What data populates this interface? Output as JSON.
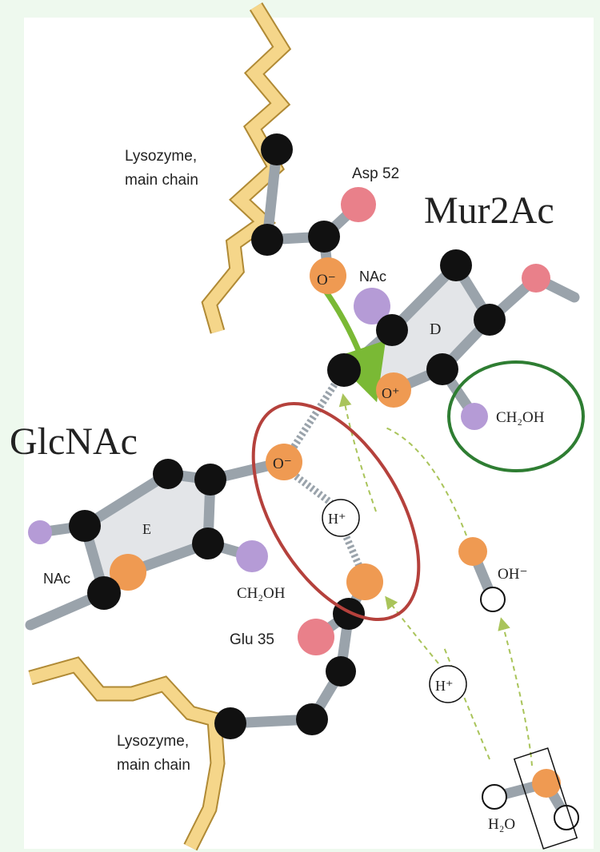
{
  "colors": {
    "background": "#eef9ee",
    "panel": "#ffffff",
    "chain": "#f5d68a",
    "chain_edge": "#b08a35",
    "carbon": "#111111",
    "oxygen_orange": "#ef9a52",
    "oxygen_pink": "#e9808a",
    "nitrogen_purple": "#b59bd6",
    "bond": "#9aa3ab",
    "ring_fill": "#e3e5e8",
    "green_arrow": "#7ab935",
    "dashed_arrow": "#a9c45a",
    "red_ellipse": "#b5413c",
    "green_ellipse": "#2e7d32"
  },
  "labels": {
    "lysozyme_top": [
      "Lysozyme,",
      "main chain"
    ],
    "lysozyme_bottom": [
      "Lysozyme,",
      "main chain"
    ],
    "asp": "Asp 52",
    "glu": "Glu 35",
    "mur2ac": "Mur2Ac",
    "glcnac": "GlcNAc",
    "nac_d": "NAc",
    "nac_e": "NAc",
    "ring_d": "D",
    "ring_e": "E",
    "ch2oh_d": "CH₂OH",
    "ch2oh_e": "CH₂OH",
    "o_minus_asp": "O⁻",
    "o_plus": "O⁺",
    "o_minus_glc": "O⁻",
    "h_plus_mid": "H⁺",
    "h_plus_low": "H⁺",
    "oh_minus": "OH⁻",
    "h2o": "H₂O"
  }
}
